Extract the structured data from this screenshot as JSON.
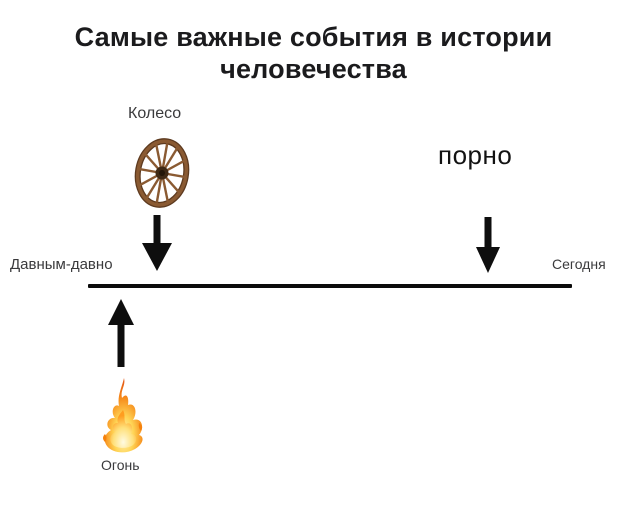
{
  "title": {
    "line1": "Самые важные события в истории",
    "line2": "человечества"
  },
  "timeline": {
    "start_label": "Давным-давно",
    "end_label": "Сегодня"
  },
  "events": [
    {
      "id": "wheel",
      "label": "Колесо",
      "icon": "wagon-wheel-icon"
    },
    {
      "id": "porn",
      "label": "порно"
    },
    {
      "id": "fire",
      "label": "Огонь",
      "icon": "campfire-flame-icon"
    }
  ],
  "colors": {
    "background": "#ffffff",
    "title_text": "#1b1b1d",
    "label_text": "#3a3a3c",
    "timeline_line": "#0b0b0b",
    "arrow": "#0e0e0e",
    "wheel_wood": "#7a4a2a",
    "wheel_hub": "#3f2a16",
    "flame_yellow": "#ffd34d",
    "flame_orange": "#f5820d",
    "flame_deep": "#e2500a"
  }
}
